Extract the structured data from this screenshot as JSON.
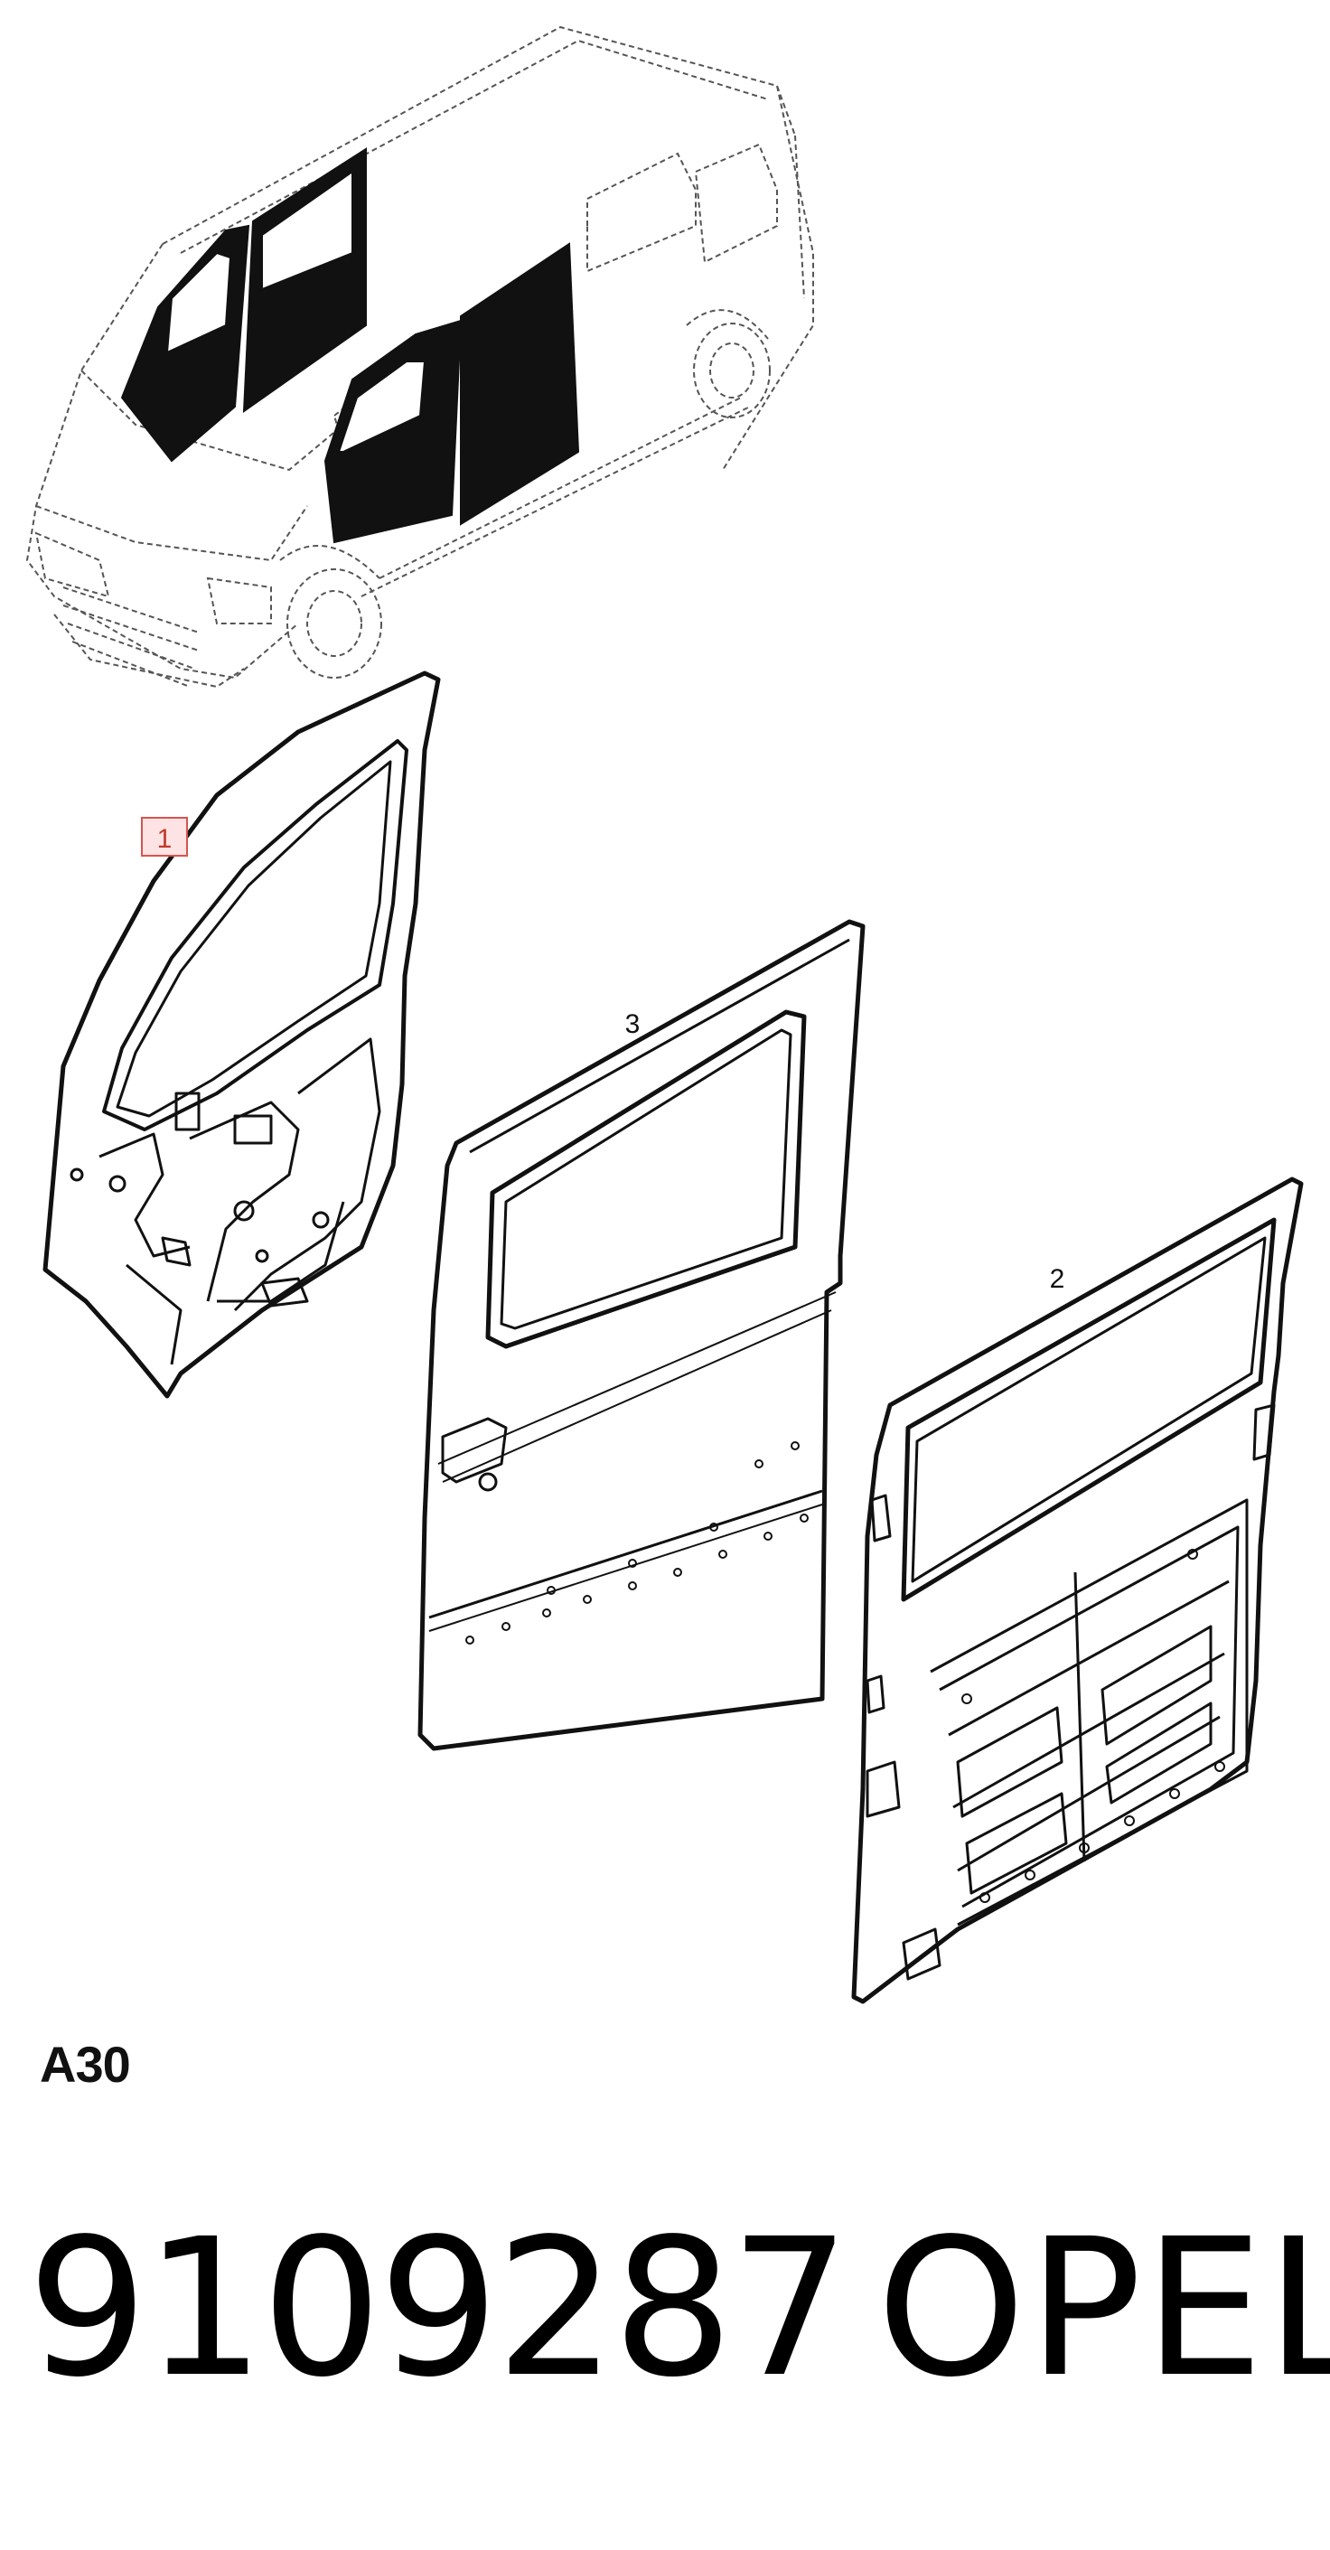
{
  "diagram": {
    "section_code": "A30",
    "part_number": "9109287",
    "brand": "OPEL",
    "callouts": [
      {
        "id": "callout-1",
        "label": "1",
        "highlighted": true
      },
      {
        "id": "callout-2",
        "label": "2",
        "highlighted": false
      },
      {
        "id": "callout-3",
        "label": "3",
        "highlighted": false
      }
    ],
    "colors": {
      "line": "#111111",
      "highlight_stroke": "#d9534f",
      "highlight_fill": "#fde3e3",
      "dashed_line": "#555555"
    }
  }
}
